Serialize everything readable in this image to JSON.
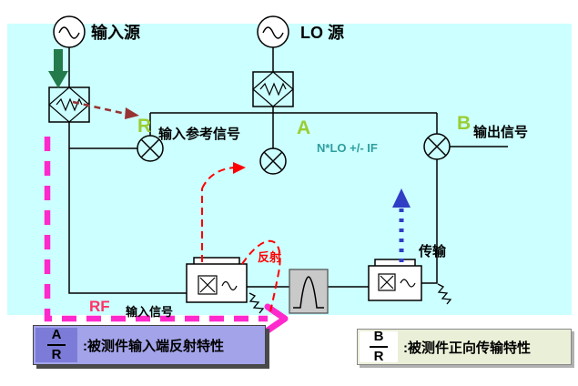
{
  "diagram": {
    "sources": {
      "input": "输入源",
      "lo": "LO 源"
    },
    "receivers": {
      "r": {
        "letter": "R",
        "label": "输入参考信号"
      },
      "a": {
        "letter": "A",
        "note": "N*LO +/- IF"
      },
      "b": {
        "letter": "B",
        "label": "输出信号"
      }
    },
    "paths": {
      "rf": "RF",
      "rf_label": "输入信号",
      "reflection": "反射",
      "transmission": "传输"
    },
    "colors": {
      "background": "#ccffff",
      "rf_path_magenta": "#ff29cc",
      "rf_text_red": "#ff3366",
      "input_arrow_green": "#237a4b",
      "reference_arrow_brown": "#993333",
      "reflection_red": "#ff0000",
      "transmission_blue": "#2f3ec4",
      "receiver_letter_green": "#9acd32",
      "lo_note_teal": "#2e9e9e",
      "legend_reflection_bg": "#a3a3ea",
      "legend_reflection_fraction_bg": "#7c7cd8",
      "legend_transmission_bg": "#eaf0d8"
    }
  },
  "legend": {
    "reflection": {
      "numerator": "A",
      "denominator": "R",
      "text": ":被测件输入端反射特性"
    },
    "transmission": {
      "numerator": "B",
      "denominator": "R",
      "text": ":被测件正向传输特性"
    }
  }
}
